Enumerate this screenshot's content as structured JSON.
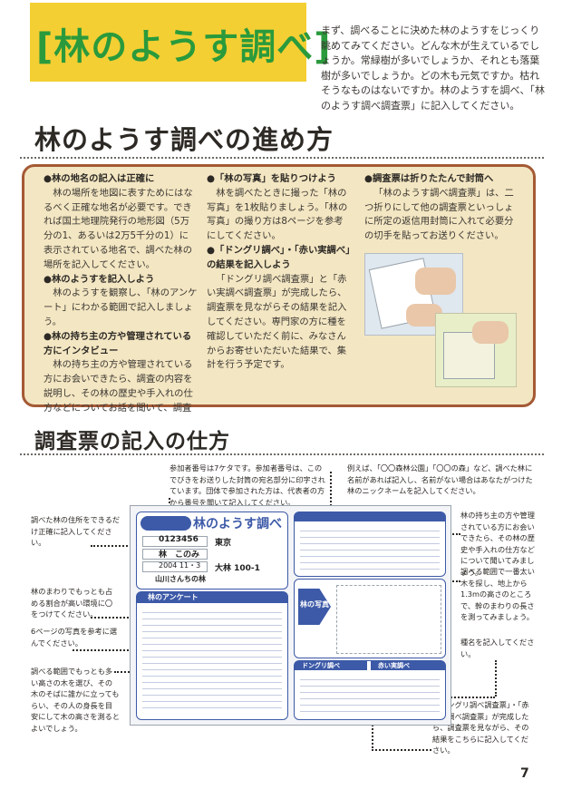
{
  "title": "[林のようす調べ]",
  "intro": "まず、調べることに決めた林のようすをじっくり眺めてみてください。どんな木が生えているでしょうか。常緑樹が多いでしょうか、それとも落葉樹が多いでしょうか。どの木も元気ですか。枯れそうなものはないですか。林のようすを調べ、「林のようす調べ調査票」に記入してください。",
  "section1": {
    "title": "林のようす調べの進め方",
    "items": [
      {
        "heading": "●林の地名の記入は正確に",
        "body": "林の場所を地図に表すためにはなるべく正確な地名が必要です。できれば国土地理院発行の地形図（5万分の1、あるいは2万5千分の1）に表示されている地名で、調べた林の場所を記入してください。"
      },
      {
        "heading": "●林のようすを記入しよう",
        "body": "林のようすを観察し、「林のアンケート」にわかる範囲で記入しましょう。"
      },
      {
        "heading": "●林の持ち主の方や管理されている方にインタビュー",
        "body": "林の持ち主の方や管理されている方にお会いできたら、調査の内容を説明し、その林の歴史や手入れの仕方などについてお話を聞いて、調査票に記入してみましょう。聞き終わったらきちんとお礼を言いましょう。"
      },
      {
        "heading": "●「林の写真」を貼りつけよう",
        "body": "林を調べたときに撮った「林の写真」を1枚貼りましょう。「林の写真」の撮り方は8ページを参考にしてください。"
      },
      {
        "heading": "●「ドングリ調べ」・「赤い実調べ」の結果を記入しよう",
        "body": "「ドングリ調べ調査票」と「赤い実調べ調査票」が完成したら、調査票を見ながらその結果を記入してください。専門家の方に種を確認していただく前に、みなさんからお寄せいただいた結果で、集計を行う予定です。"
      },
      {
        "heading": "●調査票は折りたたんで封筒へ",
        "body": "「林のようす調べ調査票」は、二つ折りにして他の調査票といっしょに所定の返信用封筒に入れて必要分の切手を貼ってお送りください。"
      }
    ]
  },
  "section2": {
    "title": "調査票の記入の仕方",
    "callouts": [
      "参加者番号は7ケタです。参加者番号は、このでびきをお送りした封筒の宛名部分に印字されています。団体で参加された方は、代表者の方から番号を聞いて記入してください。",
      "例えば、「〇〇森林公園」「〇〇の森」など、調べた林に名前があれば記入し、名前がない場合はあなたがつけた林のニックネームを記入してください。",
      "調べた林の住所をできるだけ正確に記入してください。",
      "林のまわりでもっとも占める割合が高い環境に〇をつけてください。",
      "6ページの写真を参考に選んでください。",
      "調べる範囲でもっとも多い高さの木を選び、その木のそばに誰かに立ってもらい、その人の身長を目安にして木の高さを測るとよいでしょう。",
      "林の持ち主の方や管理されている方にお会いできたら、その林の歴史や手入れの仕方などについて聞いてみましょう。",
      "調べる範囲で一番太い木を探し、地上から1.3mの高さのところで、幹のまわりの長さを測ってみましょう。",
      "種名を記入してください。",
      "「ドングリ調べ調査票」・「赤い実調べ調査票」が完成したら、調査票を見ながら、その結果をこちらに記入してください。"
    ],
    "form": {
      "title": "林のようす調べ",
      "participant_no": "0123456",
      "name": "林　このみ",
      "date": "2004 11・3",
      "place": "山川さんちの林",
      "address": "大林 100-1",
      "region": "東京",
      "survey_title": "林のアンケート",
      "photo_label": "林の写真",
      "donguri_label": "ドングリ調べ",
      "akaimi_label": "赤い実調べ"
    }
  },
  "page_number": "7",
  "colors": {
    "title_bg": "#f3cf33",
    "title_text": "#2a9a3c",
    "box_bg": "#f3e6c2",
    "box_border": "#a45a35",
    "accent_pink": "#d4306a",
    "form_blue": "#3d5aa8"
  }
}
